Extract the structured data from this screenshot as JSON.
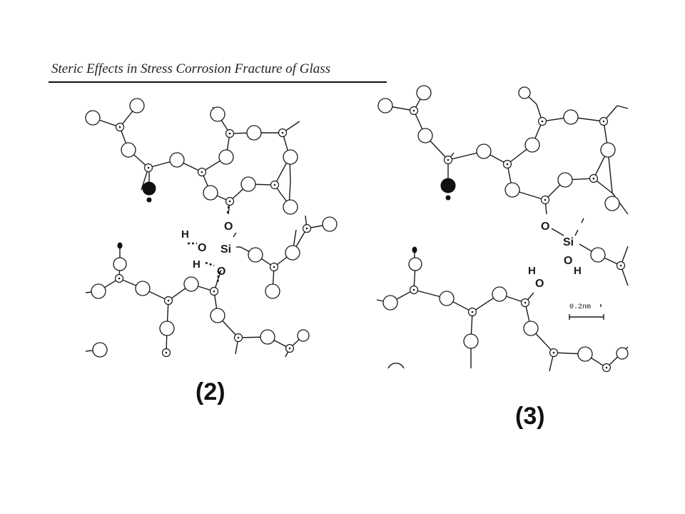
{
  "header": {
    "title": "Steric Effects in Stress Corrosion Fracture of Glass"
  },
  "panel_2": {
    "caption": "(2)",
    "labels": {
      "h1": "H",
      "o1": "O",
      "si": "Si",
      "h2": "H",
      "o2": "O",
      "o3": "O"
    }
  },
  "panel_3": {
    "caption": "(3)",
    "labels": {
      "o_top": "O",
      "si": "Si",
      "o_bot": "O",
      "h_bot": "H",
      "h_free": "H",
      "o_free": "O"
    },
    "scale_bar": "0.2nm"
  }
}
